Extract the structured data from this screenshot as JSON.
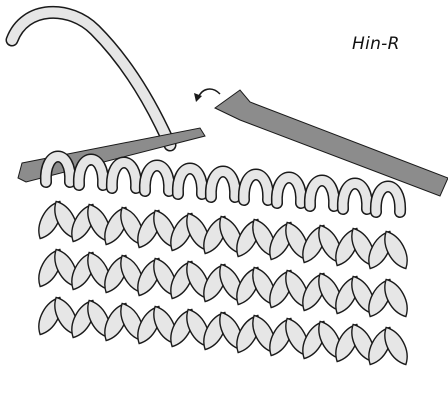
{
  "diagram": {
    "label": "Hin-R",
    "colors": {
      "stitch_fill": "#e6e6e6",
      "outline": "#1a1a1a",
      "needle": "#8c8c8c",
      "background": "#ffffff"
    },
    "rows": 3,
    "stitches_per_row": 11
  }
}
